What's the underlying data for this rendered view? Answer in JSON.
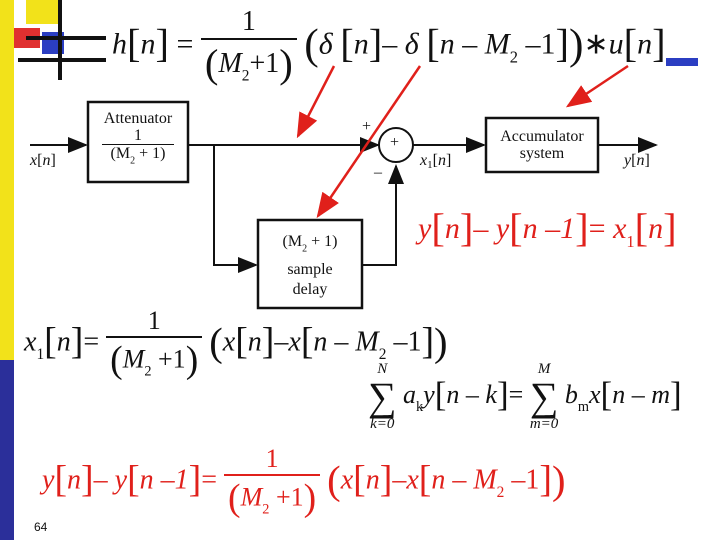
{
  "slide": {
    "page_number": "64",
    "colors": {
      "left_bar_top": "#f2e21a",
      "left_bar_bottom": "#2b2f9a",
      "red_accent": "#e0201b",
      "logo_blue": "#2b3ec2",
      "logo_red": "#e03030",
      "logo_yellow": "#f2e21a"
    }
  },
  "top_equation": {
    "lhs": "h",
    "arg": "n",
    "eq": "=",
    "num": "1",
    "den_M": "M",
    "den_sub": "2",
    "den_plus": "+1",
    "delta1": "δ",
    "n1": "n",
    "minus": "–",
    "delta2": "δ",
    "inner": "n – M",
    "inner_sub": "2",
    "inner_tail": " –1",
    "star": "∗",
    "u": "u",
    "n3": "n"
  },
  "diagram": {
    "attenuator_title": "Attenuator",
    "attenuator_num": "1",
    "attenuator_den": "(M",
    "attenuator_den_sub": "2",
    "attenuator_den_tail": " + 1)",
    "accumulator_line1": "Accumulator",
    "accumulator_line2": "system",
    "delay_line1a": "(M",
    "delay_line1_sub": "2",
    "delay_line1b": " + 1)",
    "delay_line2": "sample",
    "delay_line3": "delay",
    "input_label": "x",
    "input_arg": "n",
    "x1_label": "x",
    "x1_sub": "1",
    "x1_arg": "n",
    "output_label": "y",
    "output_arg": "n",
    "plus_top": "+",
    "plus_center": "+",
    "minus_bottom": "–"
  },
  "right_equation": {
    "y1": "y",
    "n1": "n",
    "minus": "–",
    "y2": "y",
    "n2": "n –1",
    "eq": "=",
    "x": "x",
    "sub": "1",
    "n3": "n"
  },
  "x1_equation": {
    "x": "x",
    "sub": "1",
    "n": "n",
    "eq": "=",
    "num": "1",
    "den_M": "M",
    "den_sub": "2",
    "den_tail": " +1",
    "x2": "x",
    "n2": "n",
    "minus": "–",
    "x3": "x",
    "inner": "n – M",
    "inner_sub": "2",
    "inner_tail": " –1"
  },
  "general_equation": {
    "sum1_top": "N",
    "sum1_bot": "k=0",
    "a": "a",
    "a_sub": "k",
    "y": "y",
    "arg1": "n – k",
    "eq": "=",
    "sum2_top": "M",
    "sum2_bot": "m=0",
    "b": "b",
    "b_sub": "m",
    "x": "x",
    "arg2": "n – m"
  },
  "bottom_equation": {
    "y1": "y",
    "n1": "n",
    "minus": "–",
    "y2": "y",
    "n2": "n –1",
    "eq": "=",
    "num": "1",
    "den_M": "M",
    "den_sub": "2",
    "den_tail": " +1",
    "x1": "x",
    "n3": "n",
    "minus2": "–",
    "x2": "x",
    "inner": "n – M",
    "inner_sub": "2",
    "inner_tail": " –1"
  }
}
